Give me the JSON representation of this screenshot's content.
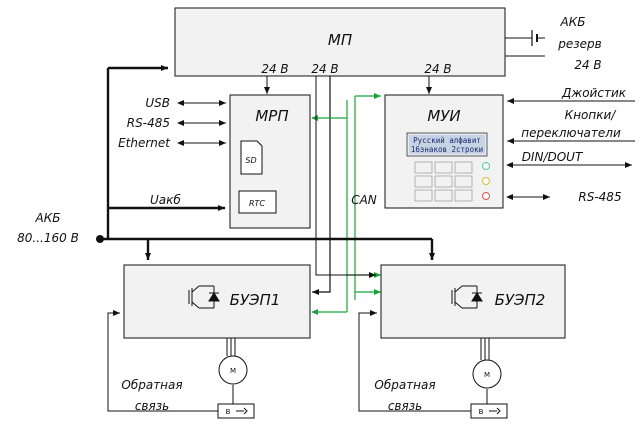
{
  "blocks": {
    "mp": "МП",
    "mrp": "МРП",
    "mui": "МУИ",
    "bu1": "БУЭП1",
    "bu2": "БУЭП2",
    "sd": "SD",
    "rtc": "RTC",
    "motor": "M",
    "encoder": "В"
  },
  "inputs": {
    "v24_mrp": "24 В",
    "v24_bu": "24 В",
    "v24_mui": "24 В"
  },
  "reserve": {
    "line1": "АКБ",
    "line2": "резерв",
    "line3": "24 В"
  },
  "mrp_ports": [
    "USB",
    "RS-485",
    "Ethernet",
    "Uакб"
  ],
  "mui_ports": {
    "joystick": "Джойстик",
    "buttons1": "Кнопки/",
    "buttons2": "переключатели",
    "dio": "DIN/DOUT",
    "rs485": "RS-485"
  },
  "bus": "CAN",
  "main_power": {
    "line1": "АКБ",
    "line2": "80...160 В"
  },
  "lcd": {
    "line1": "Русский алфавит",
    "line2": "16знаков 2строки"
  },
  "feedback": {
    "line1": "Обратная",
    "line2": "связь"
  },
  "colors": {
    "can_bus": "#1aa33a",
    "lines": "#111111",
    "panel": "#f2f2f2"
  }
}
